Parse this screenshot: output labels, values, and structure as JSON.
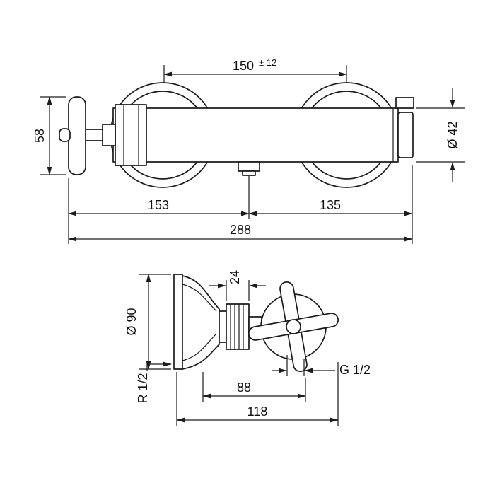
{
  "drawing": {
    "background": "#ffffff",
    "line_color": "#1c1c1c",
    "views": {
      "side": {
        "dims": {
          "center_distance_value": "150",
          "center_distance_tolerance": "± 12",
          "body_diameter": "Ø 42",
          "handle_height": "58",
          "left_section": "153",
          "right_section": "135",
          "overall_width": "288"
        }
      },
      "front": {
        "dims": {
          "escutcheon_diameter": "Ø 90",
          "cartridge_width": "24",
          "handle_offset": "88",
          "overall_depth": "118"
        },
        "labels": {
          "outlet_thread": "G 1/2",
          "wall_thread": "R 1/2"
        }
      }
    }
  }
}
